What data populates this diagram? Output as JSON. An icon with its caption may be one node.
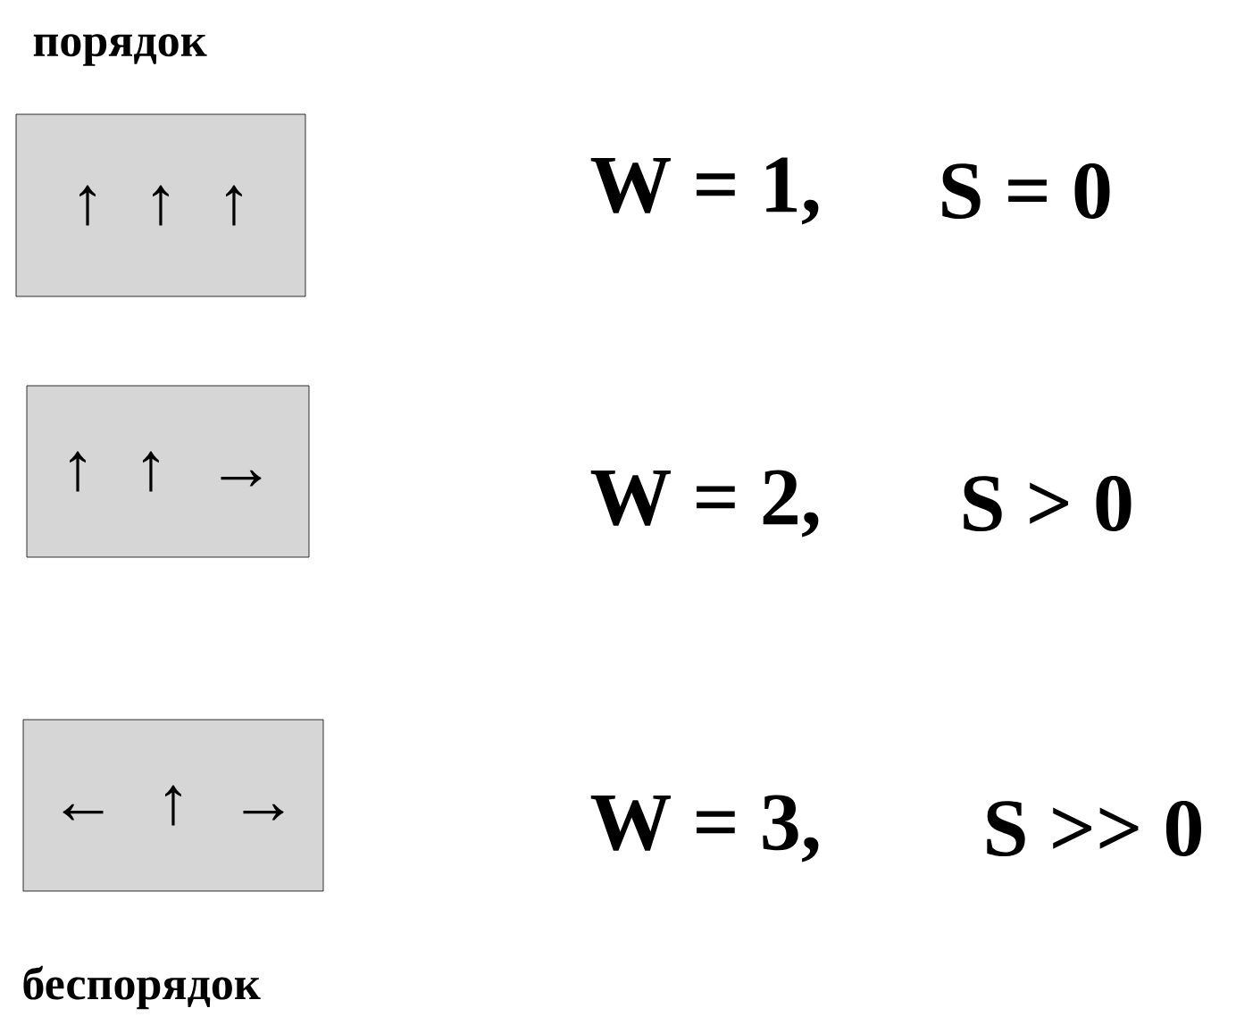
{
  "diagram": {
    "nodes": [
      {
        "text": [
          "↑ ↑ ↑"
        ]
      },
      {
        "text": [
          "↑ ↑ →"
        ]
      },
      {
        "text": [
          "← ↑ →"
        ]
      }
    ],
    "labels": [
      "порядок",
      "W = 1,",
      "S = 0",
      "W = 2,",
      "S > 0",
      "W = 3,",
      "S >> 0",
      "беспорядок"
    ]
  }
}
